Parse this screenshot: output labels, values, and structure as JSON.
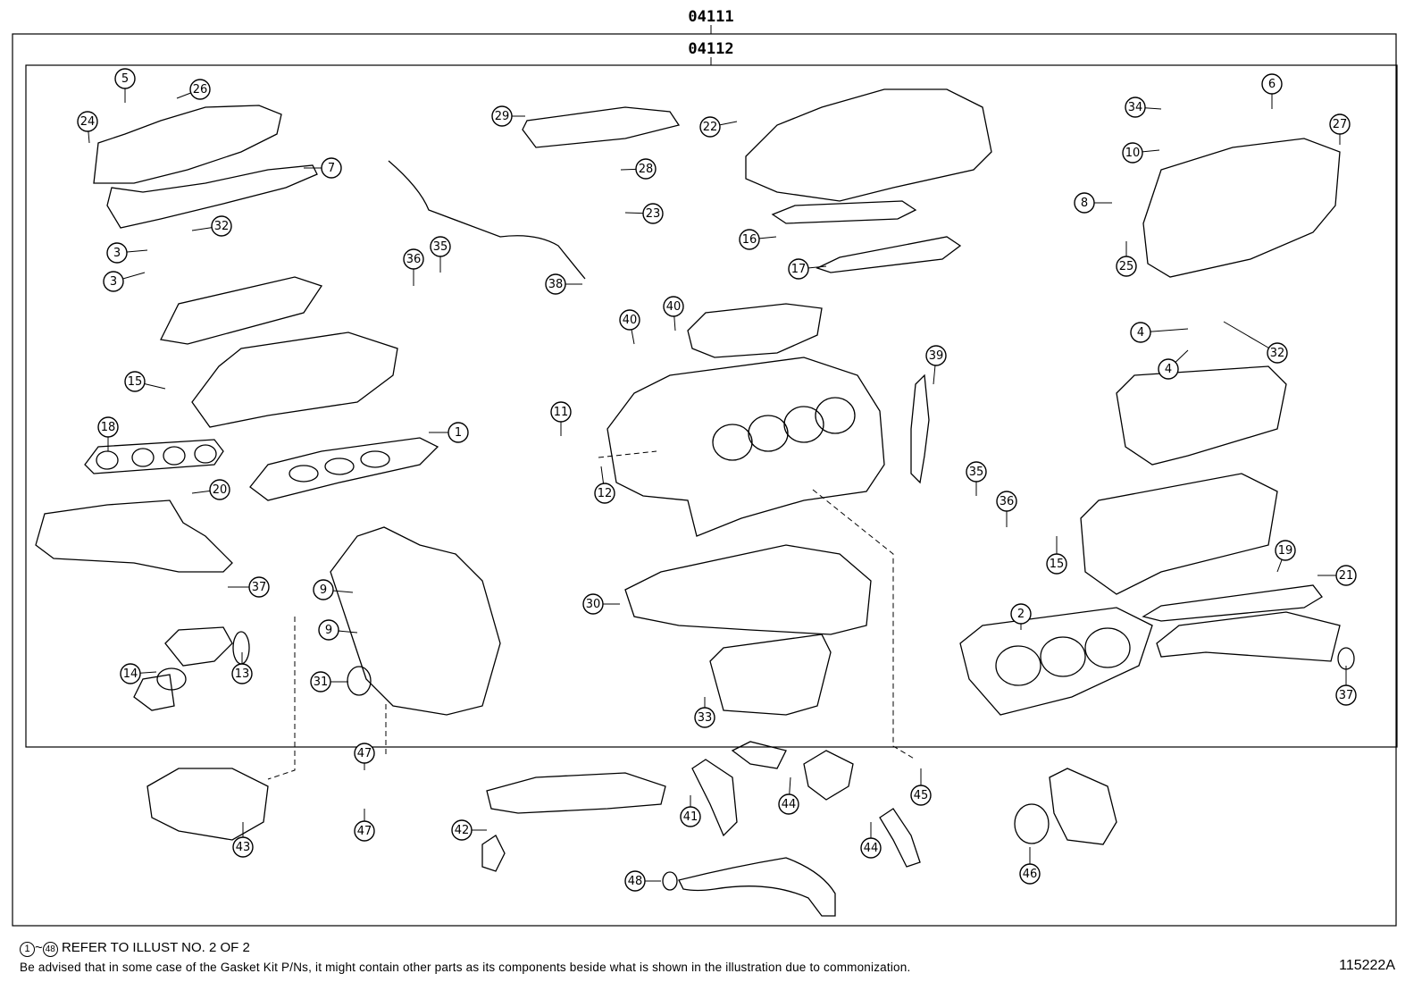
{
  "kit_outer_label": "04111",
  "kit_inner_label": "04112",
  "footer": {
    "range_start": "1",
    "range_end": "48",
    "range_sep": "~",
    "refer_text": "REFER TO ILLUST NO. 2 OF 2",
    "advisory": "Be advised that in some case of the Gasket Kit P/Ns,  it might contain other parts as its components beside what is shown in the illustration due to commonization."
  },
  "illustration_id": "115222A",
  "callouts": [
    "5",
    "26",
    "24",
    "7",
    "32",
    "3",
    "3",
    "15",
    "18",
    "1",
    "20",
    "37",
    "9",
    "9",
    "14",
    "13",
    "31",
    "29",
    "22",
    "28",
    "23",
    "38",
    "36",
    "35",
    "40",
    "40",
    "11",
    "12",
    "16",
    "17",
    "39",
    "30",
    "33",
    "34",
    "6",
    "27",
    "10",
    "8",
    "25",
    "4",
    "4",
    "32",
    "35",
    "36",
    "15",
    "19",
    "21",
    "2",
    "37",
    "47",
    "47",
    "43",
    "42",
    "41",
    "44",
    "44",
    "45",
    "46",
    "48"
  ]
}
